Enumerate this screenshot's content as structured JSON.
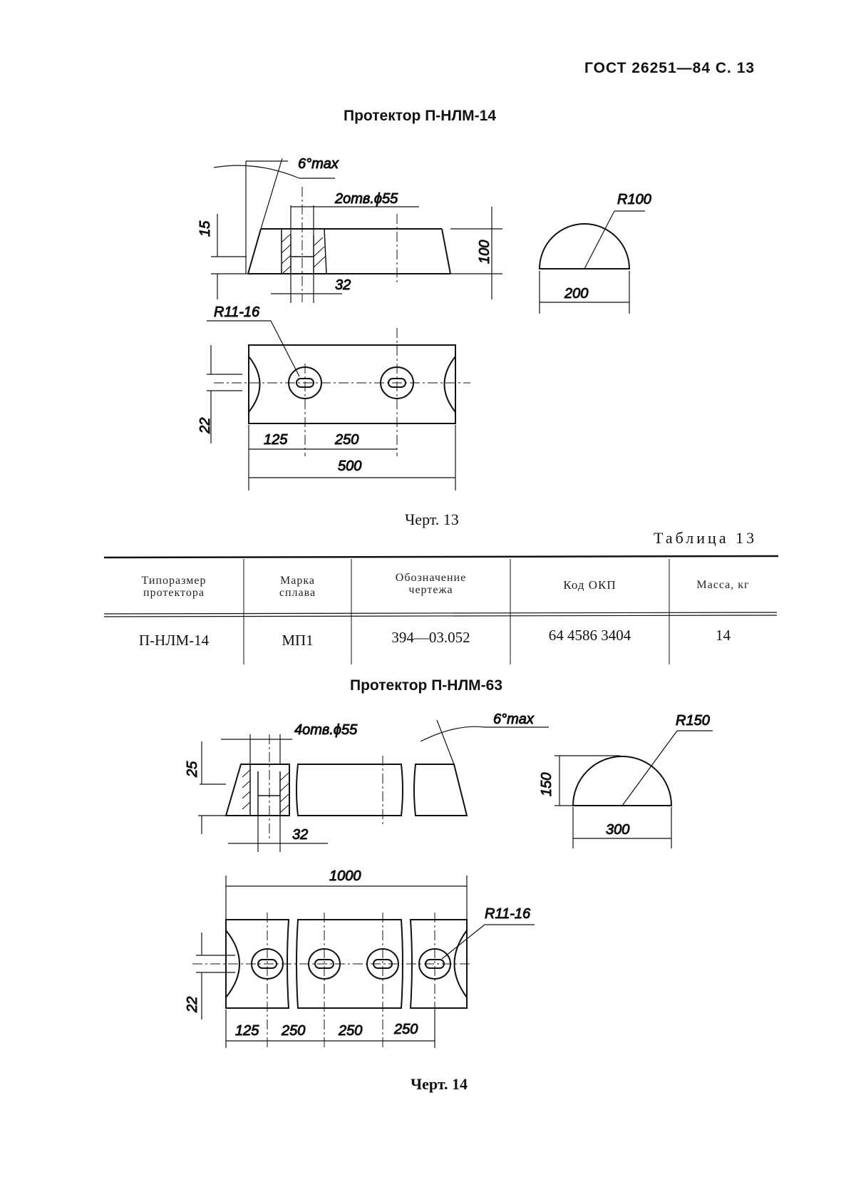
{
  "header": {
    "standard": "ГОСТ 26251—84 С. 13"
  },
  "section1": {
    "title": "Протектор П-НЛМ-14",
    "caption": "Черт. 13"
  },
  "drawing13": {
    "labels": {
      "angle": "6°max",
      "holes": "2отв.ϕ55",
      "dim15": "15",
      "dim100": "100",
      "dim32": "32",
      "r100": "R100",
      "dim200": "200",
      "r_slot": "R11-16",
      "dim22": "22",
      "dim125": "125",
      "dim250": "250",
      "dim500": "500"
    }
  },
  "table13": {
    "caption": "Таблица 13",
    "headers": [
      [
        "Типоразмер",
        "протектора"
      ],
      [
        "Марка",
        "сплава"
      ],
      [
        "Обозначение",
        "чертежа"
      ],
      [
        "Код ОКП"
      ],
      [
        "Масса, кг"
      ]
    ],
    "rows": [
      [
        "П-НЛМ-14",
        "МП1",
        "394—03.052",
        "64 4586 3404",
        "14"
      ]
    ]
  },
  "section2": {
    "title": "Протектор П-НЛМ-63",
    "caption": "Черт. 14"
  },
  "drawing14": {
    "labels": {
      "holes": "4отв.ϕ55",
      "angle": "6°max",
      "dim25": "25",
      "dim32": "32",
      "r150": "R150",
      "dim150": "150",
      "dim300": "300",
      "dim1000": "1000",
      "r_slot": "R11-16",
      "dim22": "22",
      "dim125": "125",
      "dim250a": "250",
      "dim250b": "250",
      "dim250c": "250"
    }
  }
}
